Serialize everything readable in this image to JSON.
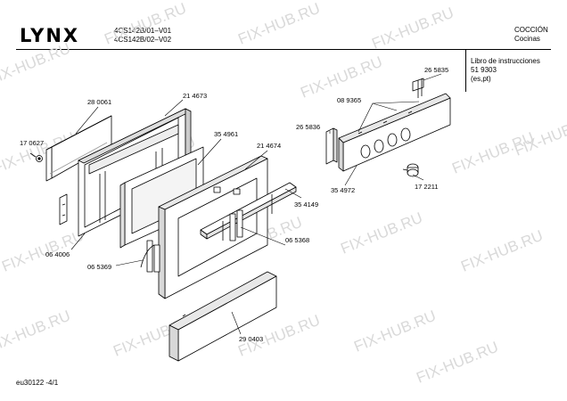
{
  "header": {
    "brand": "LYNX",
    "models": [
      "4CS142B/01–V01",
      "4CS142B/02–V02"
    ],
    "section_title": "COCCIÓN",
    "section_subtitle": "Cocinas"
  },
  "document": {
    "title": "Libro de instrucciones",
    "number": "51 9303",
    "languages": "(es,pt)"
  },
  "watermark": "FIX-HUB.RU",
  "part_labels": {
    "p280061": "28 0061",
    "p214673": "21 4673",
    "p170627": "17 0627",
    "p354961": "35 4961",
    "p214674": "21 4674",
    "p265836": "26 5836",
    "p089365": "08 9365",
    "p265835": "26 5835",
    "p354149": "35 4149",
    "p354972": "35 4972",
    "p172211": "17 2211",
    "p064006": "06 4006",
    "p065368": "06 5368",
    "p065369": "06 5369",
    "p290403": "29 0403"
  },
  "footer": {
    "page_ref": "eu30122  -4/1"
  }
}
